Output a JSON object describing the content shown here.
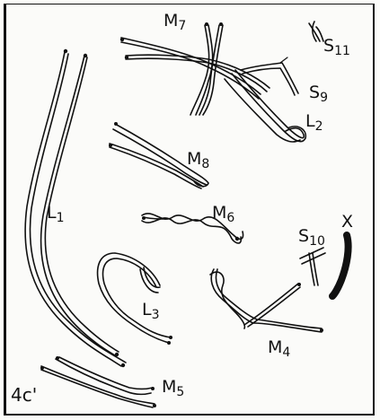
{
  "figure": {
    "panel_label": "4c'"
  },
  "chromosomes": [
    {
      "id": "L1",
      "main": "L",
      "sub": "1"
    },
    {
      "id": "L2",
      "main": "L",
      "sub": "2"
    },
    {
      "id": "L3",
      "main": "L",
      "sub": "3"
    },
    {
      "id": "M4",
      "main": "M",
      "sub": "4"
    },
    {
      "id": "M5",
      "main": "M",
      "sub": "5"
    },
    {
      "id": "M6",
      "main": "M",
      "sub": "6"
    },
    {
      "id": "M7",
      "main": "M",
      "sub": "7"
    },
    {
      "id": "M8",
      "main": "M",
      "sub": "8"
    },
    {
      "id": "S9",
      "main": "S",
      "sub": "9"
    },
    {
      "id": "S10",
      "main": "S",
      "sub": "10"
    },
    {
      "id": "S11",
      "main": "S",
      "sub": "11"
    },
    {
      "id": "X",
      "main": "X",
      "sub": ""
    }
  ],
  "colors": {
    "ink": "#111111",
    "paper": "#fbfbf9"
  }
}
